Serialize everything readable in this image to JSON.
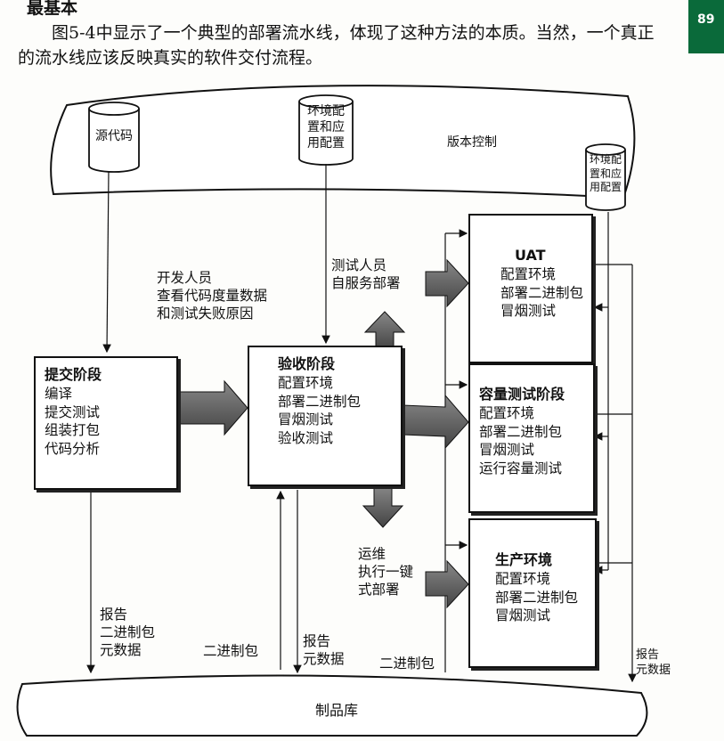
{
  "header": {
    "line1": "最基本",
    "line2": "图5-4中显示了一个典型的部署流水线，体现了这种方法的本质。当然，一个真正",
    "line3": "的流水线应该反映真实的软件交付流程。",
    "page_number": "89"
  },
  "version_control": {
    "label": "版本控制",
    "repo_source": "源代码",
    "repo_env_config": "环境配\n置和应\n用配置",
    "repo_env_config_right": "环境配\n置和应\n用配置"
  },
  "roles": {
    "developer": "开发人员\n查看代码度量数据\n和测试失败原因",
    "tester": "测试人员\n自服务部署",
    "ops": "运维\n执行一键\n式部署"
  },
  "stages": {
    "commit": {
      "title": "提交阶段",
      "items": "编译\n提交测试\n组装打包\n代码分析"
    },
    "acceptance": {
      "title": "验收阶段",
      "items": "配置环境\n部署二进制包\n冒烟测试\n验收测试"
    },
    "uat": {
      "title": "UAT",
      "items": "配置环境\n部署二进制包\n冒烟测试"
    },
    "capacity": {
      "title": "容量测试阶段",
      "items": "配置环境\n部署二进制包\n冒烟测试\n运行容量测试"
    },
    "production": {
      "title": "生产环境",
      "items": "配置环境\n部署二进制包\n冒烟测试"
    }
  },
  "flows": {
    "commit_report": "报告\n二进制包\n元数据",
    "binary_to_acceptance": "二进制包",
    "acceptance_report": "报告\n元数据",
    "binary_to_downstream": "二进制包",
    "downstream_report": "报告\n元数据"
  },
  "artifact_repo": {
    "label": "制品库"
  }
}
